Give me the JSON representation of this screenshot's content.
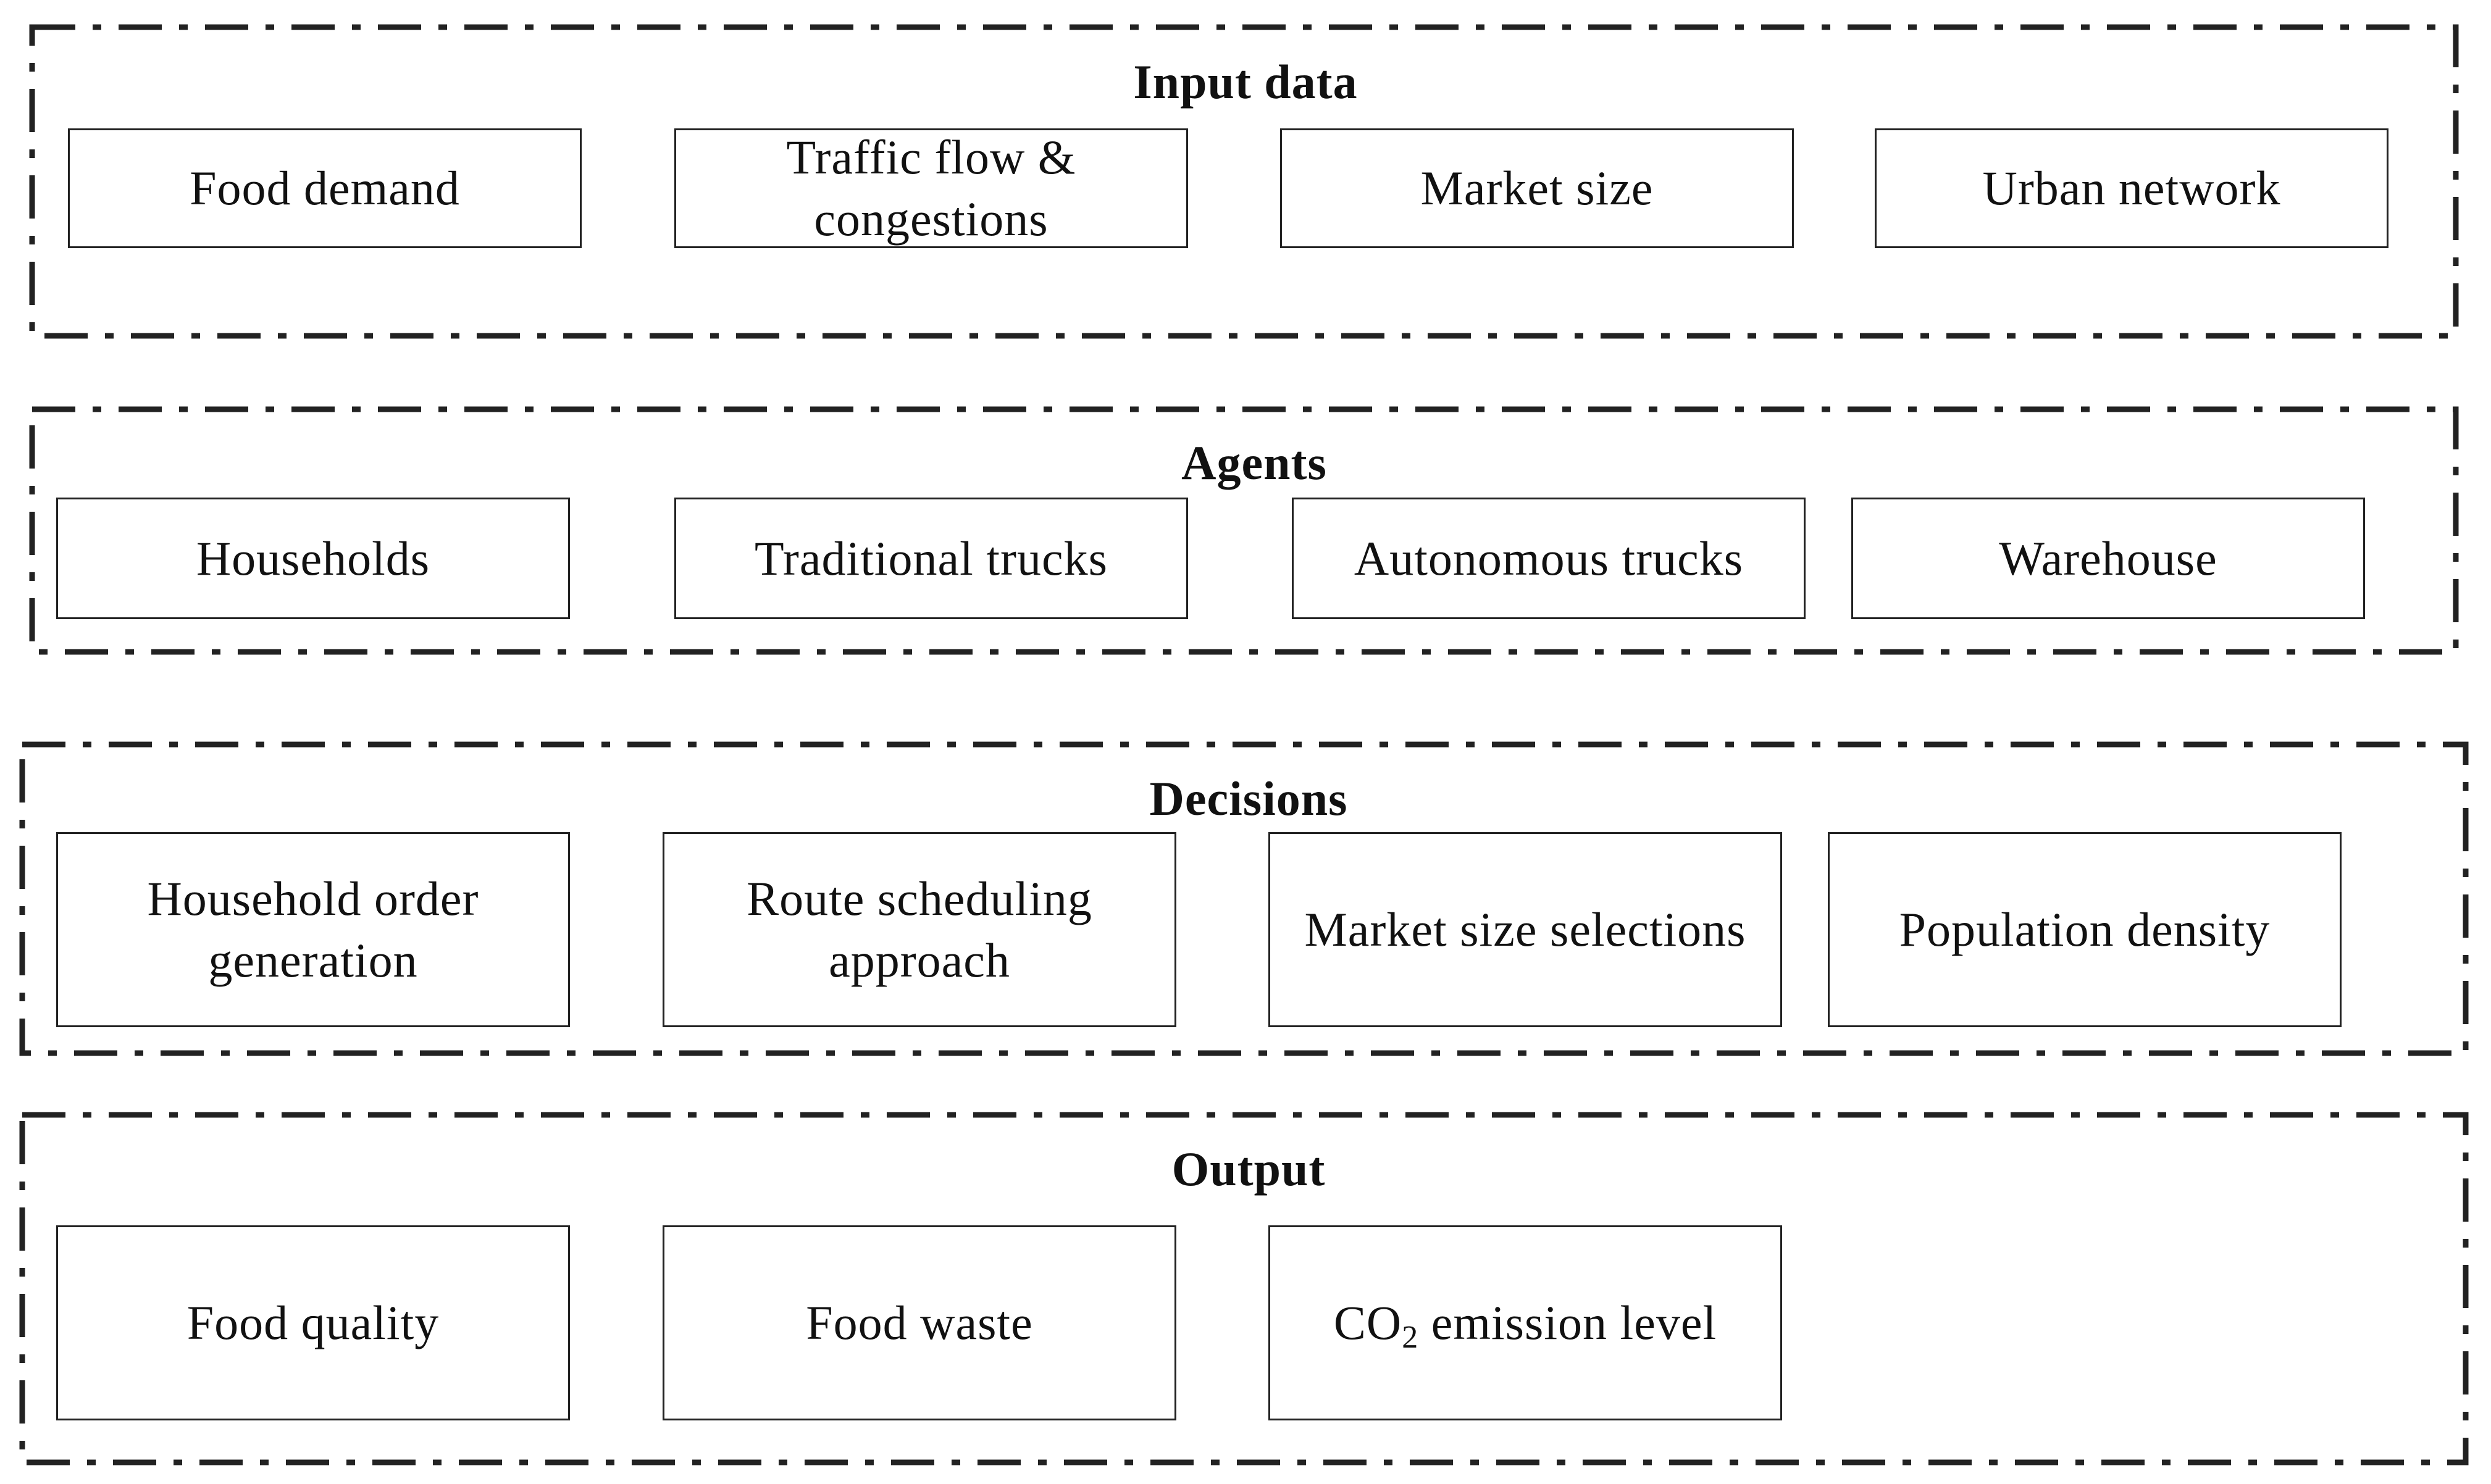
{
  "groups": [
    {
      "title": "Input data",
      "items": [
        {
          "lines": [
            "Food demand"
          ]
        },
        {
          "lines": [
            "Traffic flow &",
            "congestions"
          ]
        },
        {
          "lines": [
            "Market size"
          ]
        },
        {
          "lines": [
            "Urban network"
          ]
        }
      ]
    },
    {
      "title": "Agents",
      "items": [
        {
          "lines": [
            "Households"
          ]
        },
        {
          "lines": [
            "Traditional trucks"
          ]
        },
        {
          "lines": [
            "Autonomous trucks"
          ]
        },
        {
          "lines": [
            "Warehouse"
          ]
        }
      ]
    },
    {
      "title": "Decisions",
      "items": [
        {
          "lines": [
            "Household order",
            "generation"
          ]
        },
        {
          "lines": [
            "Route scheduling",
            "approach"
          ]
        },
        {
          "lines": [
            "Market size selections"
          ]
        },
        {
          "lines": [
            "Population density"
          ]
        }
      ]
    },
    {
      "title": "Output",
      "items": [
        {
          "lines": [
            "Food quality"
          ]
        },
        {
          "lines": [
            "Food waste"
          ]
        },
        {
          "lines": [
            "CO",
            "2",
            " emission level"
          ]
        }
      ]
    }
  ],
  "colors": {
    "stroke": "#222222",
    "background": "#ffffff",
    "text": "#111111"
  }
}
